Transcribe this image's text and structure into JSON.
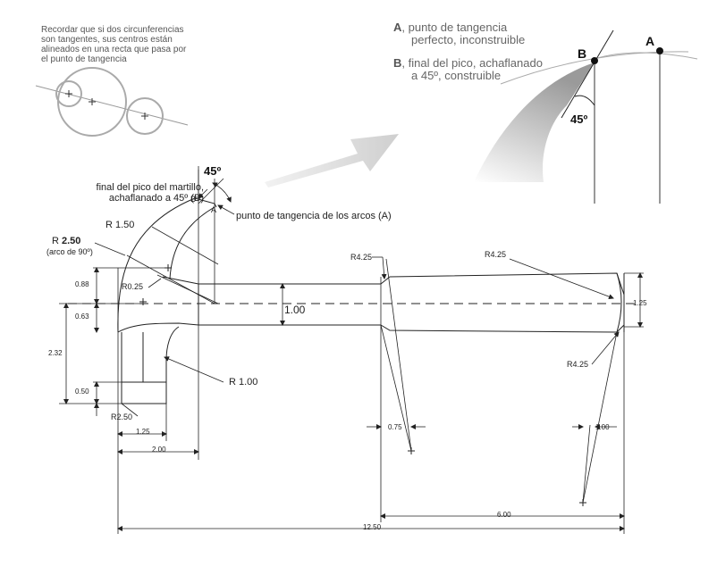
{
  "note": {
    "line1": "Recordar que si dos circunferencias",
    "line2": "son tangentes, sus centros están",
    "line3": "alineados en una recta que pasa por",
    "line4": "el punto de tangencia"
  },
  "legend": {
    "a_letter": "A",
    "a_text1": ", punto de tangencia",
    "a_text2": "perfecto, inconstruible",
    "b_letter": "B",
    "b_text1": ", final del pico, achaflanado",
    "b_text2": "a 45º, construible"
  },
  "detail": {
    "point_a": "A",
    "point_b": "B",
    "angle": "45º"
  },
  "labels": {
    "angle_top": "45º",
    "final_pico_1": "final del pico del martillo,",
    "final_pico_2": "achaflanado a 45º (B)",
    "point_b": "B",
    "point_a": "A",
    "tangencia": "punto de tangencia de los arcos (A)",
    "r150": "R 1.50",
    "r250_prefix": "R ",
    "r250_value": "2.50",
    "r250_sub": "(arco de 90º)",
    "r025": "R0.25",
    "r100": "R 1.00",
    "r250b": "R2.50",
    "r425_a": "R4.25",
    "r425_b": "R4.25",
    "r425_c": "R4.25"
  },
  "dims": {
    "d088": "0.88",
    "d063": "0.63",
    "d232": "2.32",
    "d050": "0.50",
    "d125_left": "1.25",
    "d200": "2.00",
    "d100_center": "1.00",
    "d125_right": "1.25",
    "d075": "0.75",
    "d100_right": "1.00",
    "d600": "6.00",
    "d1250": "12.50"
  }
}
